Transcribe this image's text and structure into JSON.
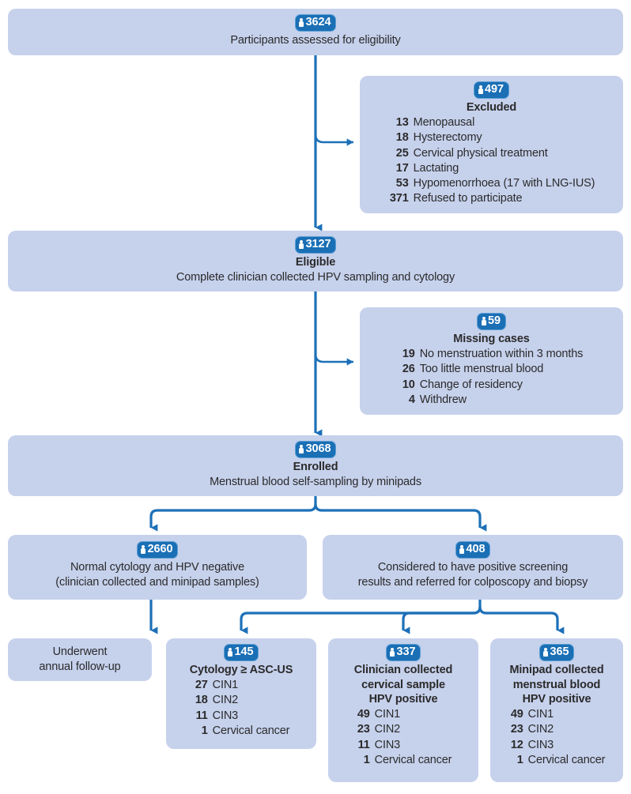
{
  "theme": {
    "box_fill": "#c6d1ec",
    "connector_blue": "#1d70b8",
    "badge_blue": "#1a6fb5",
    "badge_border": "#5c9fd4",
    "text": "#2b2b2b"
  },
  "icon": {
    "name": "person-icon"
  },
  "nodes": {
    "assessed": {
      "count": "3624",
      "lines": [
        "Participants assessed for eligibility"
      ]
    },
    "excluded": {
      "count": "497",
      "title": "Excluded",
      "items": [
        {
          "n": "13",
          "t": "Menopausal"
        },
        {
          "n": "18",
          "t": "Hysterectomy"
        },
        {
          "n": "25",
          "t": "Cervical physical treatment"
        },
        {
          "n": "17",
          "t": "Lactating"
        },
        {
          "n": "53",
          "t": "Hypomenorrhoea (17 with LNG-IUS)"
        },
        {
          "n": "371",
          "t": "Refused to participate"
        }
      ]
    },
    "eligible": {
      "count": "3127",
      "title": "Eligible",
      "lines": [
        "Complete clinician collected HPV sampling and cytology"
      ]
    },
    "missing": {
      "count": "59",
      "title": "Missing cases",
      "items": [
        {
          "n": "19",
          "t": "No menstruation within 3 months"
        },
        {
          "n": "26",
          "t": "Too little menstrual blood"
        },
        {
          "n": "10",
          "t": "Change of residency"
        },
        {
          "n": "4",
          "t": "Withdrew"
        }
      ]
    },
    "enrolled": {
      "count": "3068",
      "title": "Enrolled",
      "lines": [
        "Menstrual blood self-sampling by minipads"
      ]
    },
    "normal": {
      "count": "2660",
      "lines": [
        "Normal cytology and HPV negative",
        "(clinician collected and minipad samples)"
      ]
    },
    "positive": {
      "count": "408",
      "lines": [
        "Considered to have positive screening",
        "results and referred for colposcopy and biopsy"
      ]
    },
    "followup": {
      "lines": [
        "Underwent",
        "annual follow-up"
      ]
    },
    "cytology": {
      "count": "145",
      "title_lines": [
        "Cytology ≥ ASC-US"
      ],
      "items": [
        {
          "n": "27",
          "t": "CIN1"
        },
        {
          "n": "18",
          "t": "CIN2"
        },
        {
          "n": "11",
          "t": "CIN3"
        },
        {
          "n": "1",
          "t": "Cervical cancer"
        }
      ]
    },
    "clinician": {
      "count": "337",
      "title_lines": [
        "Clinician collected",
        "cervical sample",
        "HPV positive"
      ],
      "items": [
        {
          "n": "49",
          "t": "CIN1"
        },
        {
          "n": "23",
          "t": "CIN2"
        },
        {
          "n": "11",
          "t": "CIN3"
        },
        {
          "n": "1",
          "t": "Cervical cancer"
        }
      ]
    },
    "minipad": {
      "count": "365",
      "title_lines": [
        "Minipad collected",
        "menstrual blood",
        "HPV positive"
      ],
      "items": [
        {
          "n": "49",
          "t": "CIN1"
        },
        {
          "n": "23",
          "t": "CIN2"
        },
        {
          "n": "12",
          "t": "CIN3"
        },
        {
          "n": "1",
          "t": "Cervical cancer"
        }
      ]
    }
  }
}
